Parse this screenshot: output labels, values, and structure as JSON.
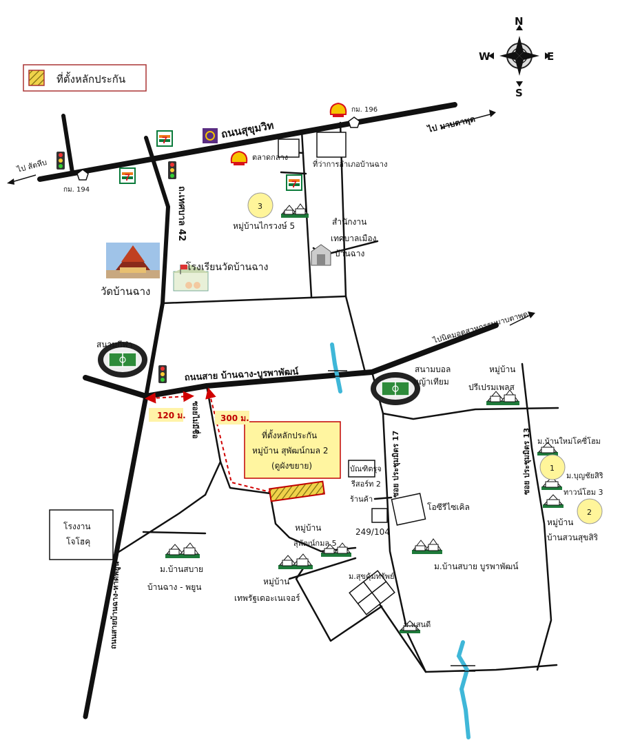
{
  "legend": {
    "label": "ที่ตั้งหลักประกัน",
    "swatch_color": "#e8c840"
  },
  "compass": {
    "north": "N",
    "south": "S",
    "east": "E",
    "west": "W"
  },
  "roads": {
    "sukhumvit": "ถนนสุขุมวิท",
    "thetsaban42": "ถ.เทศบาล 42",
    "main_road": "ถนนสาย บ้านฉาง-บูรพาพัฒน์",
    "soi_mai_mi_chue": "ซอยไม่มีชื่อ",
    "soi_prachumit17": "ซอย ประชุมมิตร 17",
    "soi_prachumit13": "ซอย ประชุมมิตร 13",
    "hat_phayun_road": "ถนนสายบ้านฉาง-หาดพยูน",
    "to_sattahip": "ไป สัตหีบ",
    "to_map_ta_phut": "ไป มาบตาพุด",
    "to_industrial_estate": "ไปนิคมอุตสาหกรรมมาบตาพุด"
  },
  "km_markers": {
    "km194": "กม. 194",
    "km196": "กม. 196"
  },
  "places": {
    "talat_klang": "ตลาดกลาง",
    "district_office": "ที่ว่าการอำเภอบ้านฉาง",
    "village_krairawi": "หมู่บ้านไกรวงษ์ 5",
    "municipal_office_l1": "สำนักงาน",
    "municipal_office_l2": "เทศบาลเมือง",
    "municipal_office_l3": "บ้านฉาง",
    "school": "โรงเรียนวัดบ้านฉาง",
    "temple": "วัดบ้านฉาง",
    "stadium": "สนามกีฬา",
    "football_l1": "สนามบอล",
    "football_l2": "หญ้าเทียม",
    "village_preeprai_l1": "หมู่บ้าน",
    "village_preeprai_l2": "ปรีเปรมเพลส",
    "ban_mai_home": "ม.บ้านใหม่โคซี่โฮม",
    "boonchai_l1": "ม.บุญชัยสิริ",
    "boonchai_l2": "ทาวน์โฮม 3",
    "suansuk_l1": "หมู่บ้าน",
    "suansuk_l2": "บ้านสวนสุขสิริ",
    "collateral_l1": "ที่ตั้งหลักประกัน",
    "collateral_l2": "หมู่บ้าน สุพัฒน์กมล 2",
    "collateral_l3": "(ดูผังขยาย)",
    "resort_l1": "บัณฑิตรุจ",
    "resort_l2": "รีสอร์ท 2",
    "shop": "ร้านค้า",
    "recycle": "โอซีรีไซเคิล",
    "house_no": "249/104",
    "factory_l1": "โรงงาน",
    "factory_l2": "โจโฮคุ",
    "supat5_l1": "หมู่บ้าน",
    "supat5_l2": "สุพัฒน์กมล 5",
    "bansabai_phayun_l1": "ม.บ้านสบาย",
    "bansabai_phayun_l2": "บ้านฉาง - พยูน",
    "thepraphue_l1": "หมู่บ้าน",
    "thepraphue_l2": "เทพรัฐเดอะเนเจอร์",
    "suksap": "ม.สุขคุ้มทรัพย์",
    "saensuk": "ม.แสนดี",
    "bansabai_burapha": "ม.บ้านสบาย บูรพาพัฒน์"
  },
  "distances": {
    "d120": "120 ม.",
    "d300": "300 ม."
  },
  "markers": {
    "m1": "1",
    "m2": "2",
    "m3": "3"
  },
  "colors": {
    "road": "#111111",
    "river": "#3fb7d8",
    "distance_bg": "#fff3a8",
    "distance_text": "#c00000",
    "callout_bg": "#fff5a0",
    "callout_border": "#c00000"
  }
}
